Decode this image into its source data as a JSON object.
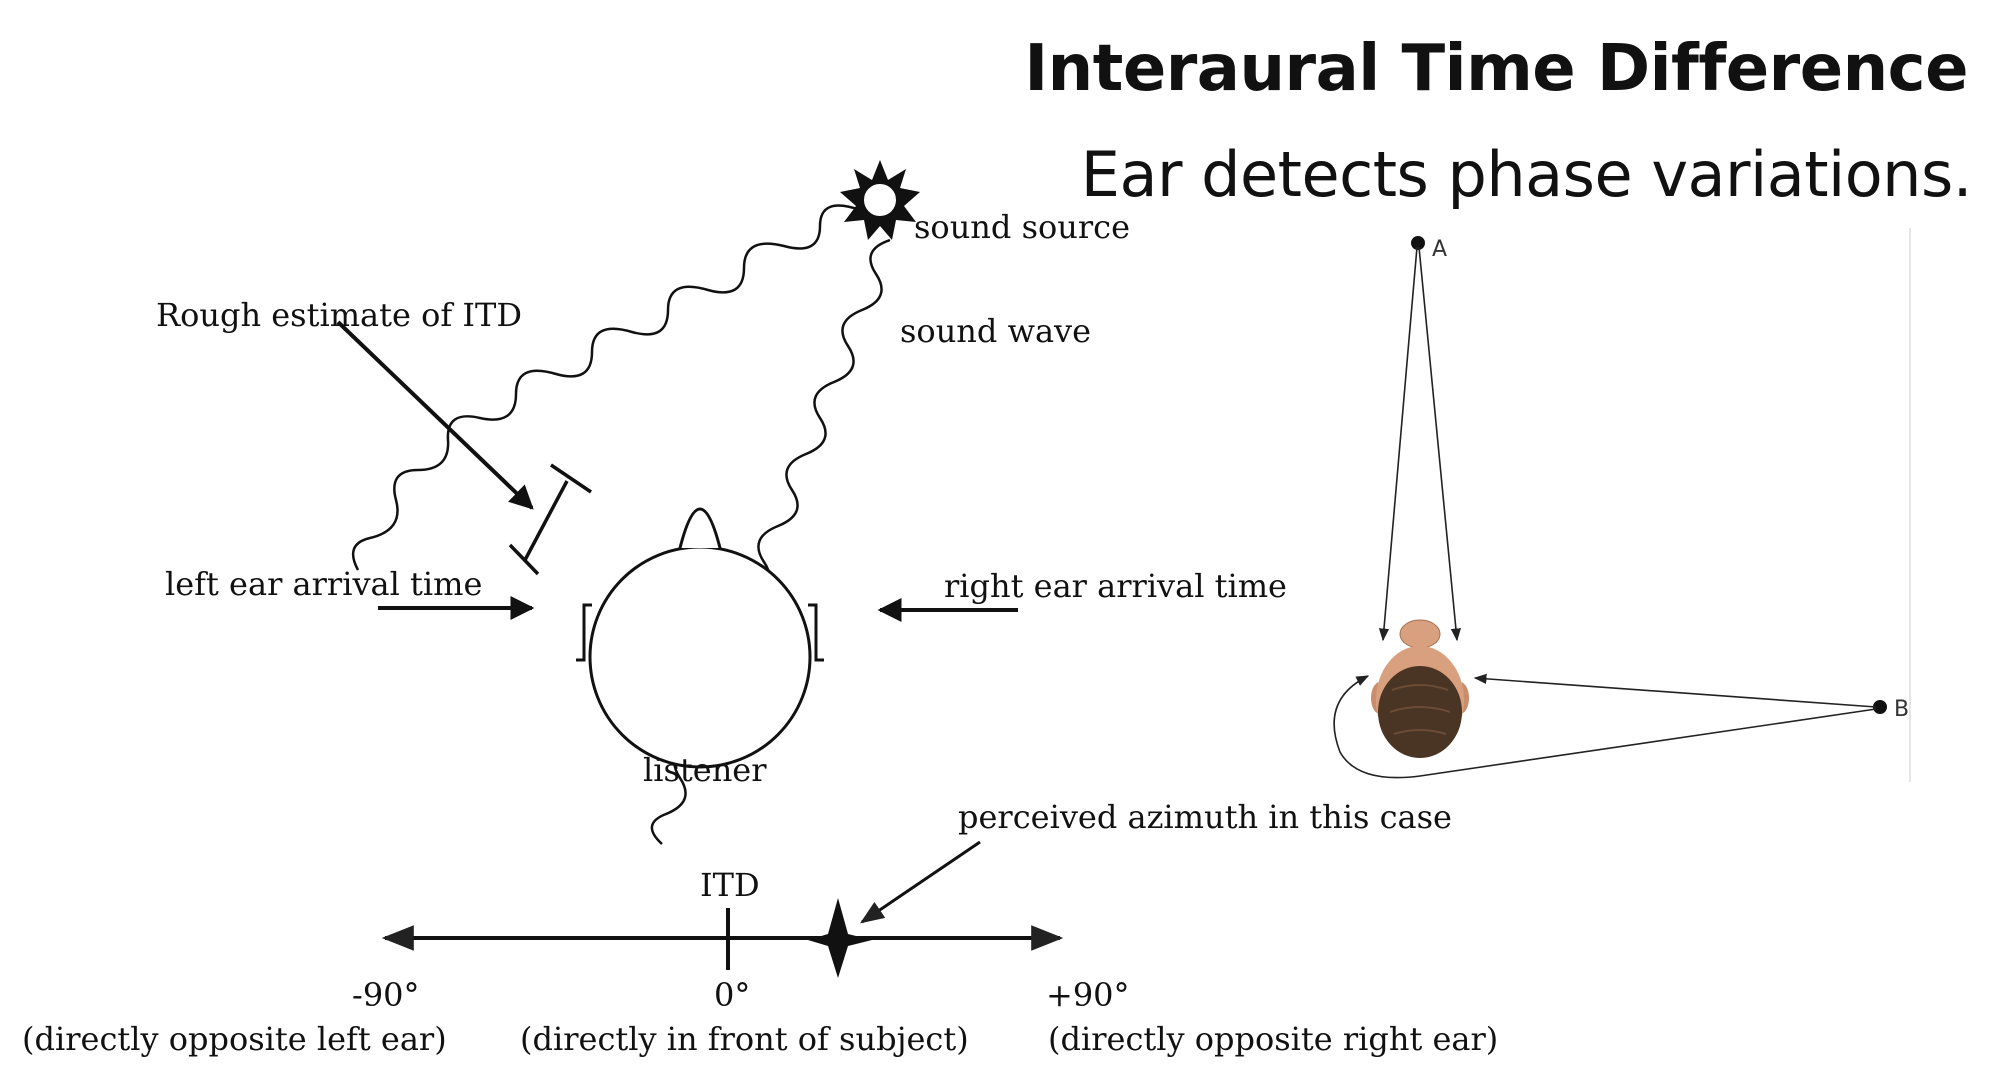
{
  "slide": {
    "title": "Interaural Time Difference",
    "subtitle": "Ear detects phase variations."
  },
  "itd_diagram": {
    "sound_source_label": "sound source",
    "sound_wave_label": "sound wave",
    "rough_estimate_label": "Rough estimate of ITD",
    "left_ear_label": "left ear arrival time",
    "right_ear_label": "right ear arrival time",
    "listener_label": "listener",
    "perceived_label": "perceived azimuth in this case",
    "axis": {
      "itd_label": "ITD",
      "left_value": "-90°",
      "center_value": "0°",
      "right_value": "+90°",
      "left_desc": "(directly opposite left ear)",
      "center_desc": "(directly in front of subject)",
      "right_desc": "(directly opposite right ear)"
    }
  },
  "source_diagram": {
    "point_a_label": "A",
    "point_b_label": "B"
  },
  "colors": {
    "ink": "#111111",
    "skin": "#d9a07f",
    "hair": "#4a3424"
  }
}
